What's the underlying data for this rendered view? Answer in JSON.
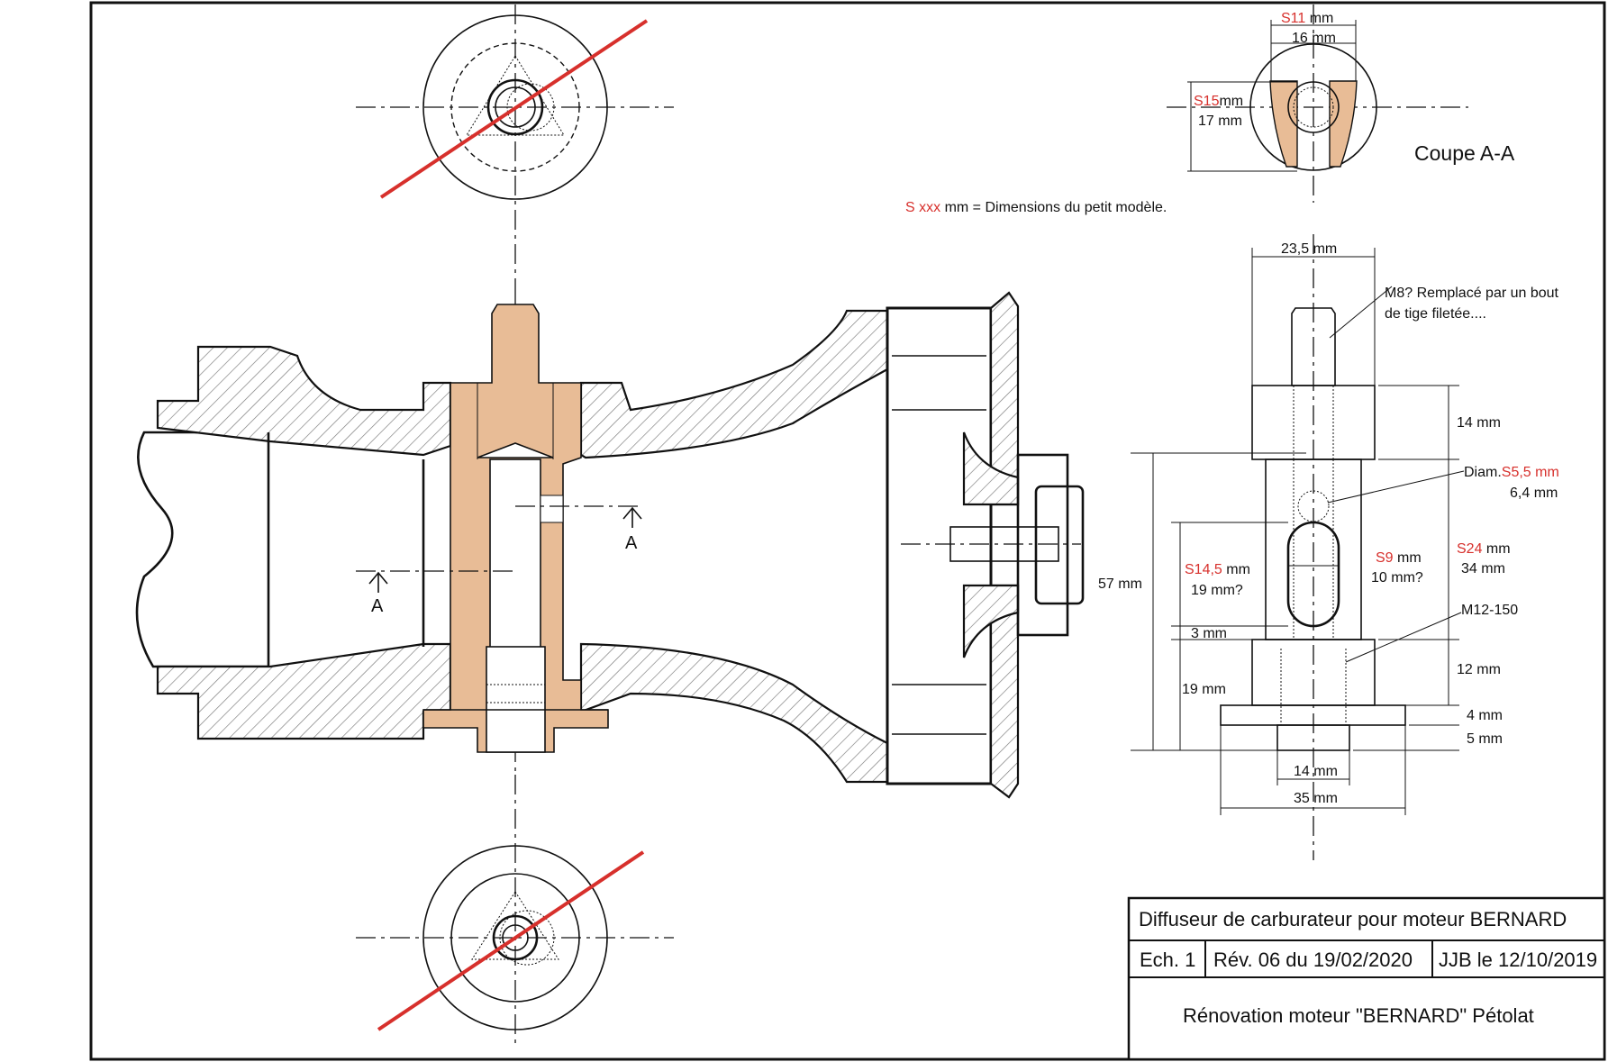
{
  "legend": {
    "prefix": "S xxx",
    "text": " mm = Dimensions du petit modèle."
  },
  "section": {
    "title": "Coupe A-A",
    "s_width": "S11",
    "s_width_unit": " mm",
    "width": "16 mm",
    "s_height": "S15",
    "s_height_unit": "mm",
    "height": "17 mm"
  },
  "cut_label": "A",
  "part": {
    "top_width": "23,5 mm",
    "note_line1": "M8? Remplacé par un bout",
    "note_line2": "de tige filetée....",
    "head_height": "14 mm",
    "hole_label": "Diam.",
    "hole_s": "S5,5 mm",
    "hole_d": "6,4 mm",
    "total_height": "57 mm",
    "slot_s": "S14,5",
    "slot_s_unit": " mm",
    "slot_h": "19 mm?",
    "slot_w_s": "S9",
    "slot_w_unit": " mm",
    "slot_w": "10 mm?",
    "body_s": "S24",
    "body_s_unit": " mm",
    "body_h": "34 mm",
    "gap": "3 mm",
    "thread": "M12-150",
    "collar_h": "12 mm",
    "base_h": "19 mm",
    "flange_h": "4 mm",
    "stub_h": "5 mm",
    "stub_w": "14 mm",
    "flange_w": "35 mm"
  },
  "title_block": {
    "title": "Diffuseur de carburateur pour moteur BERNARD",
    "scale": "Ech. 1",
    "revision": "Rév. 06  du 19/02/2020",
    "author": "JJB le 12/10/2019",
    "project": "Rénovation moteur \"BERNARD\"  Pétolat"
  },
  "colors": {
    "accent_red": "#d7302c",
    "copper": "#e8bc96",
    "ink": "#111111"
  }
}
